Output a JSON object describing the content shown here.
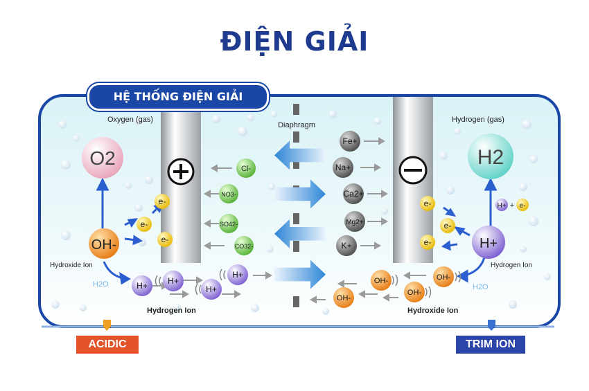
{
  "title": "ĐIỆN GIẢI",
  "system_label": "HỆ THỐNG ĐIỆN GIẢI",
  "labels": {
    "oxygen_gas": "Oxygen (gas)",
    "hydrogen_gas": "Hydrogen (gas)",
    "diaphragm": "Diaphragm",
    "hydroxide_ion_left": "Hydroxide Ion",
    "hydrogen_ion_left": "Hydrogen Ion",
    "hydrogen_ion_right": "Hydrogen Ion",
    "hydroxide_ion_right": "Hydroxide Ion",
    "h2o_left": "H2O",
    "h2o_right": "H2O"
  },
  "outputs": {
    "acidic": "ACIDIC",
    "trim_ion": "TRIM ION"
  },
  "electrodes": {
    "anode_symbol": "+",
    "cathode_symbol": "−"
  },
  "molecules": {
    "o2": "O2",
    "h2": "H2",
    "oh_left": "OH-",
    "h_plus_right": "H+",
    "electron": "e-",
    "h_plus": "H+",
    "oh_minus": "OH-"
  },
  "anions": [
    "Cl-",
    "NO3-",
    "SO42-",
    "CO32-"
  ],
  "cations": [
    "Fe+",
    "Na+",
    "Ca2+",
    "Mg2+",
    "K+"
  ],
  "colors": {
    "title": "#1f3b8f",
    "frame": "#1a47a6",
    "acidic": "#e5532b",
    "trim": "#2b45a8",
    "anion": "#6cc24a",
    "cation": "#555555",
    "electron": "#f2c811",
    "h_ion": "#8a6fd6",
    "oh_ion": "#f08a1c",
    "o2": "#f0b8c8",
    "h2": "#8fe0d8"
  }
}
